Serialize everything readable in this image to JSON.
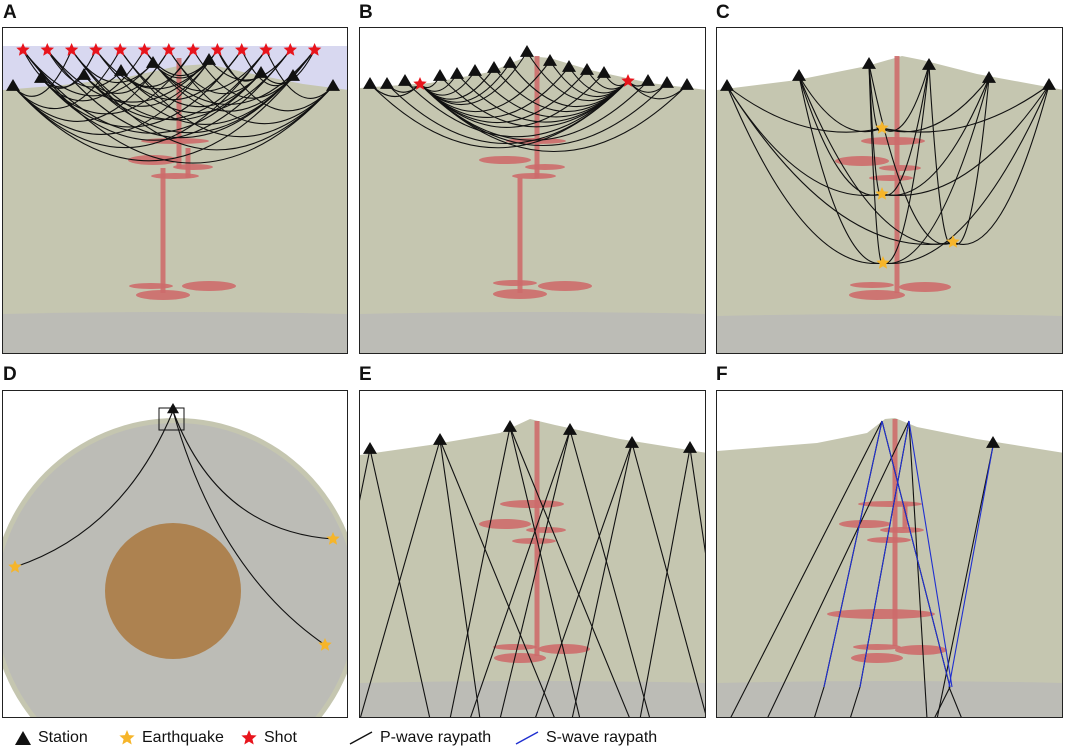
{
  "panels": [
    {
      "id": "A",
      "label": "A"
    },
    {
      "id": "B",
      "label": "B"
    },
    {
      "id": "C",
      "label": "C"
    },
    {
      "id": "D",
      "label": "D"
    },
    {
      "id": "E",
      "label": "E"
    },
    {
      "id": "F",
      "label": "F"
    }
  ],
  "legend": {
    "station": "Station",
    "earthquake": "Earthquake",
    "shot": "Shot",
    "p_wave": "P-wave raypath",
    "s_wave": "S-wave raypath"
  },
  "colors": {
    "crust": "#c5c6b0",
    "mantle": "#bcbcb6",
    "water": "#d8d8f0",
    "magma": "#cd6b6b",
    "core": "#ad8250",
    "p_wave": "#111111",
    "s_wave": "#1f2fd0",
    "station": "#111111",
    "earthquake": "#f6b52a",
    "shot": "#e8141c"
  },
  "icons": [
    "station-triangle-icon",
    "earthquake-star-icon",
    "shot-star-icon",
    "p-wave-line-icon",
    "s-wave-line-icon"
  ]
}
